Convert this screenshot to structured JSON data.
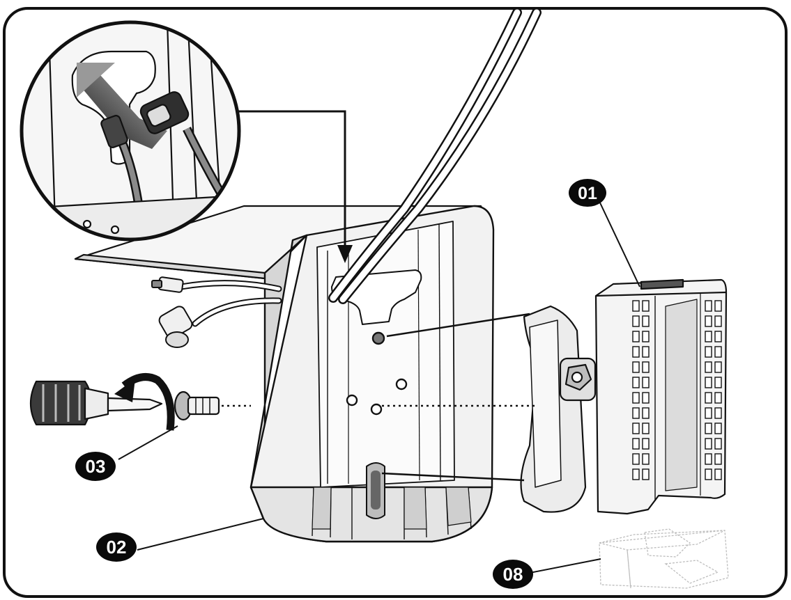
{
  "callouts": {
    "c01": "01",
    "c02": "02",
    "c03": "03",
    "c08": "08"
  },
  "colors": {
    "frame": "#111111",
    "badge": "#0a0a0a",
    "badge_text": "#ffffff",
    "part_fill": "#f4f4f4",
    "part_shade": "#dcdcdc",
    "part_dark": "#555555",
    "ghost": "#c8c8c8"
  },
  "icons": {
    "detail_magnifier": "zoom-detail-circle",
    "rotate_arrow": "screw-rotate-arrow",
    "slide_arrow": "slide-arrow"
  }
}
